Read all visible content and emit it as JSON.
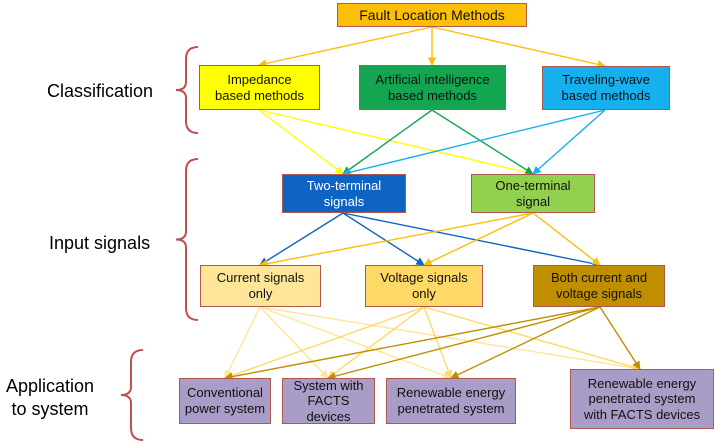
{
  "colors": {
    "top": "#fcbf08",
    "impedance": "#ffff00",
    "ai": "#13a550",
    "traveling": "#17b0ee",
    "two_terminal": "#0f63c2",
    "one_terminal": "#92d050",
    "current": "#ffe59a",
    "voltage": "#ffd966",
    "both": "#bf8f00",
    "system": "#a99cc6",
    "brace": "#c0504d",
    "border": "#b0574f"
  },
  "nodes": {
    "top": "Fault Location Methods",
    "impedance": "Impedance\nbased methods",
    "ai": "Artificial intelligence\nbased methods",
    "traveling": "Traveling-wave\nbased methods",
    "two_terminal": "Two-terminal\nsignals",
    "one_terminal": "One-terminal\nsignal",
    "current": "Current signals\nonly",
    "voltage": "Voltage signals\nonly",
    "both": "Both current and\nvoltage signals",
    "conventional": "Conventional\npower system",
    "facts": "System with\nFACTS devices",
    "renewable": "Renewable energy\npenetrated system",
    "renewable_facts": "Renewable energy\npenetrated system\nwith FACTS devices"
  },
  "sections": {
    "classification": "Classification",
    "input": "Input signals",
    "application": "Application\nto system"
  }
}
